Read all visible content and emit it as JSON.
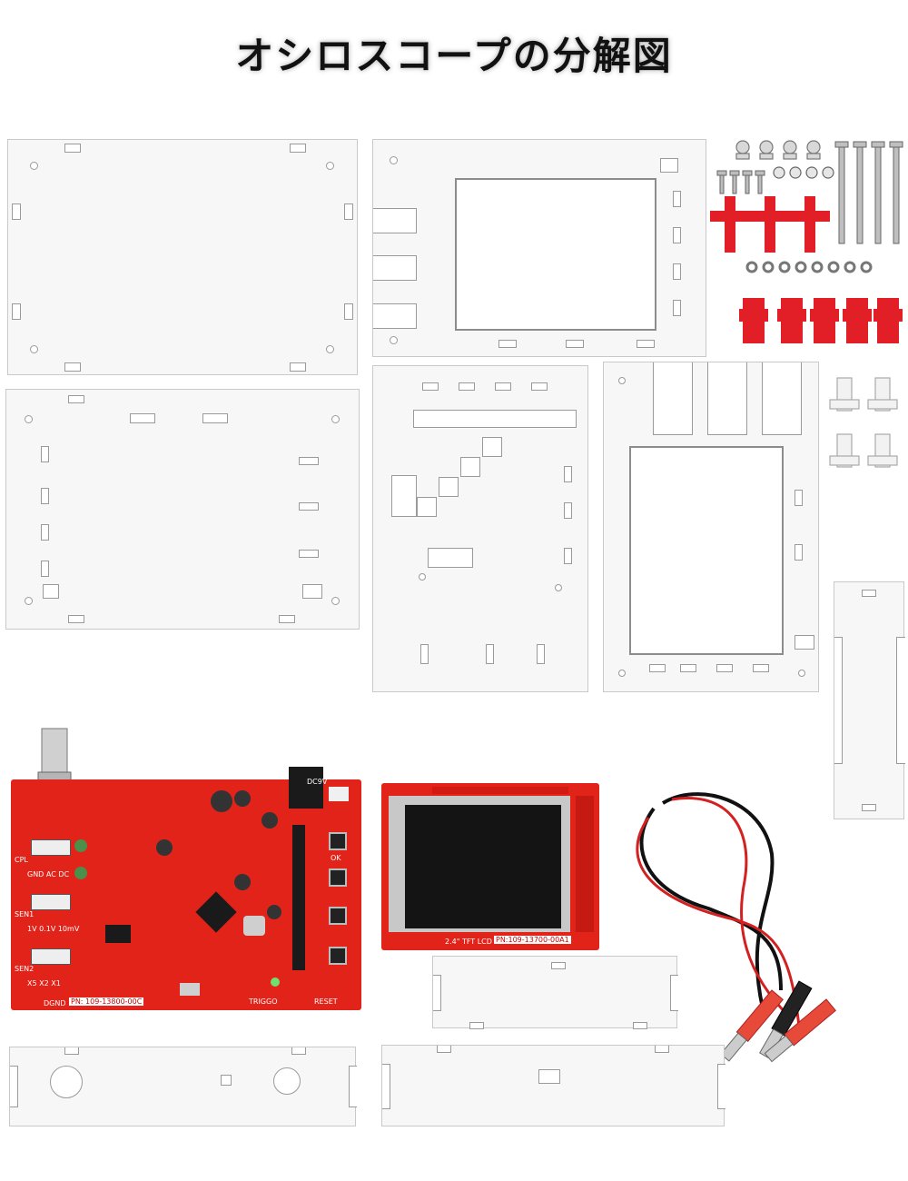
{
  "title": "オシロスコープの分解図",
  "board": {
    "pn": "PN: 109-13800-00C",
    "dgnd": "DGND",
    "cpl": "CPL",
    "gnd_ac_dc": "GND AC DC",
    "sen1": "SEN1",
    "sen1_values": "1V 0.1V 10mV",
    "sen2": "SEN2",
    "x_values": "X5  X2  X1",
    "triggo": "TRIGGO",
    "reset": "RESET",
    "ok": "OK",
    "dc9v": "DC9V"
  },
  "lcd": {
    "label": "2.4\" TFT LCD",
    "pn": "PN:109-13700-00A1"
  },
  "colors": {
    "pcb": "#e2231a",
    "acrylic": "#f7f7f7",
    "red_parts": "#e21e26",
    "lcd_screen": "#141414"
  }
}
